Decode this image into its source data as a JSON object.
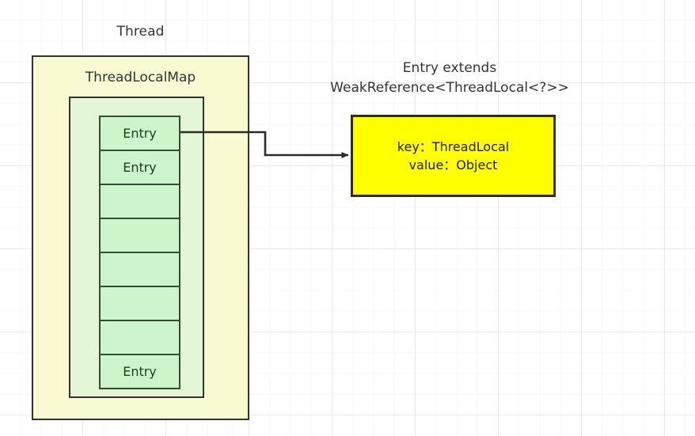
{
  "diagram": {
    "title_label": "Thread",
    "thread_box": {
      "label": "ThreadLocalMap"
    },
    "entry_table": {
      "cells": [
        {
          "label": "Entry",
          "filled": true
        },
        {
          "label": "Entry",
          "filled": true
        },
        {
          "label": "",
          "filled": false
        },
        {
          "label": "",
          "filled": false
        },
        {
          "label": "",
          "filled": false
        },
        {
          "label": "",
          "filled": false
        },
        {
          "label": "",
          "filled": false
        },
        {
          "label": "Entry",
          "filled": true
        }
      ]
    },
    "entry_detail": {
      "title_line1": "Entry extends",
      "title_line2": "WeakReference<ThreadLocal<?>>",
      "key_line": "key：ThreadLocal",
      "value_line": "value：Object"
    },
    "colors": {
      "thread_fill": "#FAFAD2",
      "map_fill": "#E3F7D7",
      "entry_fill": "#CCF5CC",
      "detail_fill": "#FFFF00",
      "stroke": "#333333",
      "entry_stroke": "#2f4f2f",
      "grid": "#ebebeb"
    }
  }
}
